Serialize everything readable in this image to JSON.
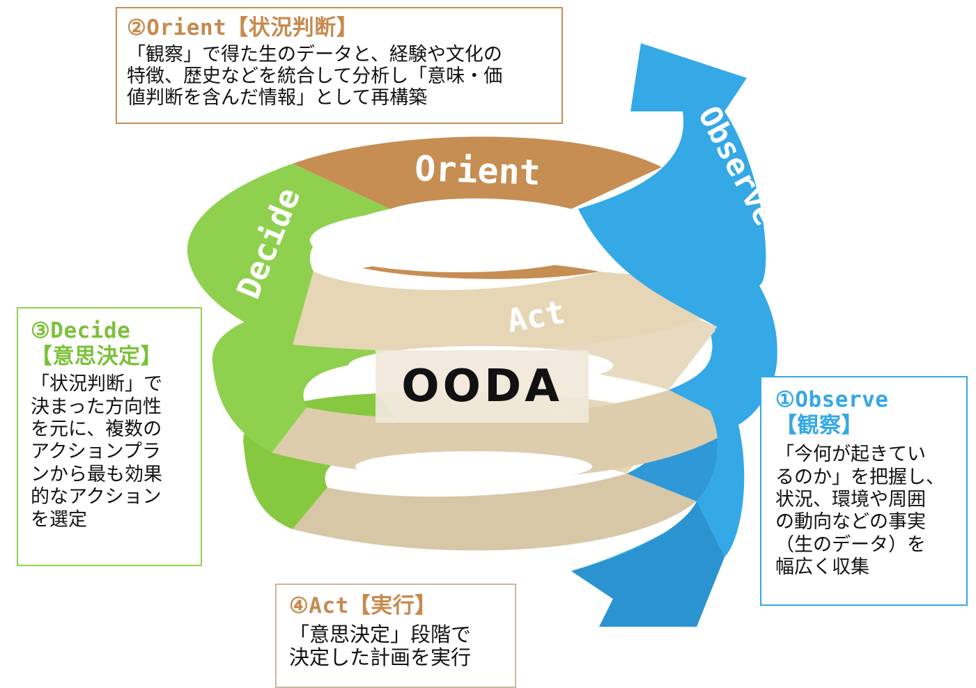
{
  "colors": {
    "orient": "#c68e52",
    "decide": "#8fd14f",
    "observe": "#35a8e6",
    "act": "#e3d4b6",
    "text": "#111111"
  },
  "diagram": {
    "center": "OODA",
    "segments": {
      "orient": "Orient",
      "observe": "Observe",
      "decide": "Decide",
      "act": "Act"
    }
  },
  "boxes": {
    "orient": {
      "title": "②Orient【状況判断】",
      "lines": [
        "「観察」で得た生のデータと、経験や文化の",
        "特徴、歴史などを統合して分析し「意味・価",
        "値判断を含んだ情報」として再構築"
      ]
    },
    "decide": {
      "title_lines": [
        "③Decide",
        "【意思決定】"
      ],
      "lines": [
        "「状況判断」で",
        "決まった方向性",
        "を元に、複数の",
        "アクションプラ",
        "ンから最も効果",
        "的なアクション",
        "を選定"
      ]
    },
    "observe": {
      "title_lines": [
        "①Observe",
        "【観察】"
      ],
      "lines": [
        "「今何が起きてい",
        "るのか」を把握し、",
        "状況、環境や周囲",
        "の動向などの事実",
        "（生のデータ）を",
        "幅広く収集"
      ]
    },
    "act": {
      "title": "④Act【実行】",
      "lines": [
        "「意思決定」段階で",
        "決定した計画を実行"
      ]
    }
  }
}
